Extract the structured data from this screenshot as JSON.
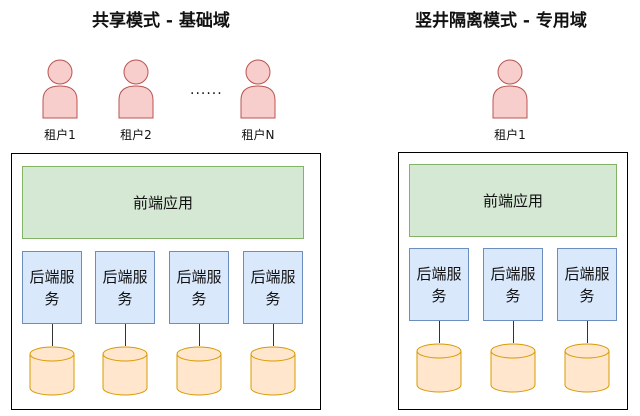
{
  "left": {
    "title": "共享模式 - 基础域",
    "tenants": [
      "租户1",
      "租户2",
      "租户N"
    ],
    "ellipsis": "......",
    "frontend": "前端应用",
    "backends": [
      "后端服务",
      "后端服务",
      "后端服务",
      "后端服务"
    ]
  },
  "right": {
    "title": "竖井隔离模式 - 专用域",
    "tenants": [
      "租户1"
    ],
    "frontend": "前端应用",
    "backends": [
      "后端服务",
      "后端服务",
      "后端服务"
    ]
  },
  "colors": {
    "person_fill": "#f8cecc",
    "person_stroke": "#b85450",
    "frontend_fill": "#d5e8d4",
    "frontend_stroke": "#82b366",
    "backend_fill": "#dae8fc",
    "backend_stroke": "#6c8ebf",
    "db_fill": "#ffe6cc",
    "db_stroke": "#d79b00"
  }
}
